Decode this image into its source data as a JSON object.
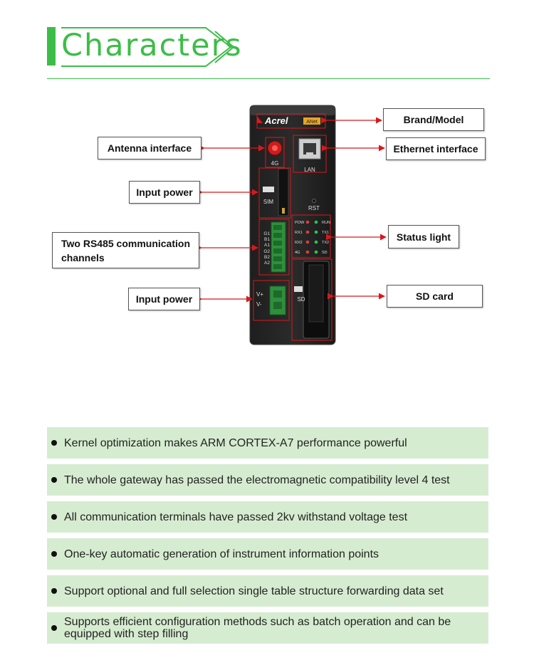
{
  "header": {
    "title": "Characters"
  },
  "device": {
    "brand": "Acrel",
    "model": "ANet",
    "labels": {
      "antenna": "4G",
      "lan": "LAN",
      "sim": "SIM",
      "rst": "RST",
      "sd": "SD",
      "rs485_pins": [
        "G1",
        "B1",
        "A1",
        "G2",
        "B2",
        "A2"
      ],
      "power_pins": [
        "V+",
        "V-"
      ],
      "leds": [
        "POW",
        "RUN",
        "RX1",
        "TX1",
        "RX2",
        "TX2",
        "4G",
        "SD"
      ]
    }
  },
  "callouts": {
    "brand_model": "Brand/Model",
    "antenna": "Antenna interface",
    "ethernet": "Ethernet interface",
    "input_power_1": "Input power",
    "status_light": "Status light",
    "rs485_line1": "Two RS485 communication",
    "rs485_line2": "channels",
    "input_power_2": "Input power",
    "sd_card": "SD card"
  },
  "colors": {
    "accent": "#3dbd48",
    "feature_bg": "#d6ecd0",
    "arrow": "#d7191c"
  },
  "features": [
    "Kernel optimization makes ARM CORTEX-A7 performance powerful",
    "The whole gateway has passed the electromagnetic compatibility level 4 test",
    "All communication terminals have passed 2kv withstand voltage test",
    "One-key automatic generation of instrument information points",
    "Support optional and full selection single table structure forwarding data set",
    "Supports efficient configuration methods such as batch operation and can be equipped with step filling"
  ]
}
